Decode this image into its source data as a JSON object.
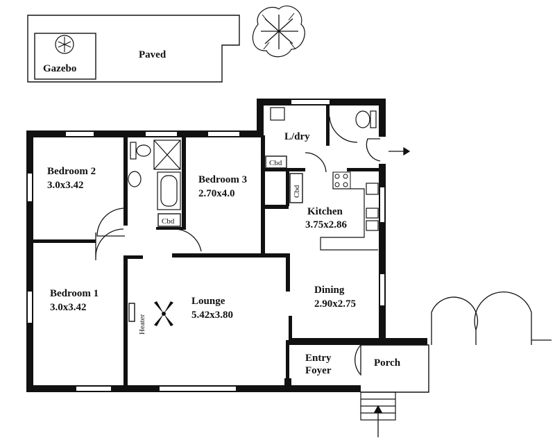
{
  "labels": {
    "gazebo": "Gazebo",
    "paved": "Paved",
    "bedroom2_name": "Bedroom 2",
    "bedroom2_size": "3.0x3.42",
    "bedroom3_name": "Bedroom 3",
    "bedroom3_size": "2.70x4.0",
    "bedroom1_name": "Bedroom 1",
    "bedroom1_size": "3.0x3.42",
    "ldry": "L/dry",
    "kitchen_name": "Kitchen",
    "kitchen_size": "3.75x2.86",
    "lounge_name": "Lounge",
    "lounge_size": "5.42x3.80",
    "dining_name": "Dining",
    "dining_size": "2.90x2.75",
    "entry_line1": "Entry",
    "entry_line2": "Foyer",
    "porch": "Porch",
    "heater": "Heater",
    "cbd": "Cbd"
  },
  "icons": [
    "tree-icon",
    "ceiling-fan-icon",
    "toilet-icon",
    "shower-icon",
    "bath-icon",
    "basin-icon",
    "cooktop-icon",
    "exit-arrow-icon",
    "entry-arrow-icon"
  ]
}
